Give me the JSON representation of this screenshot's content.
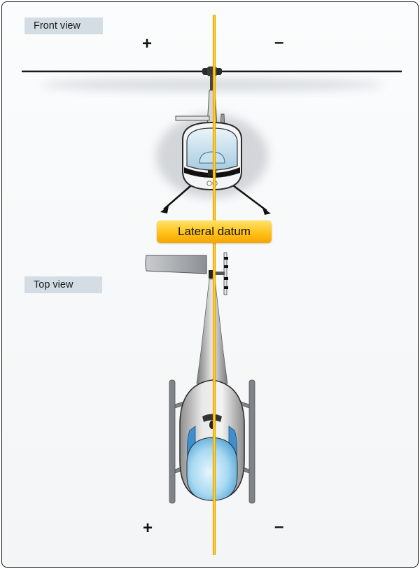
{
  "labels": {
    "front_view": "Front view",
    "top_view": "Top view",
    "datum": "Lateral datum"
  },
  "signs": {
    "front_plus": "+",
    "front_minus": "–",
    "top_plus": "+",
    "top_minus": "–"
  },
  "colors": {
    "datum_line": "#ffc20e",
    "label_bg": "#d3dde3",
    "canopy": "#9fd0ee",
    "fuselage": "#c4c4c4"
  }
}
